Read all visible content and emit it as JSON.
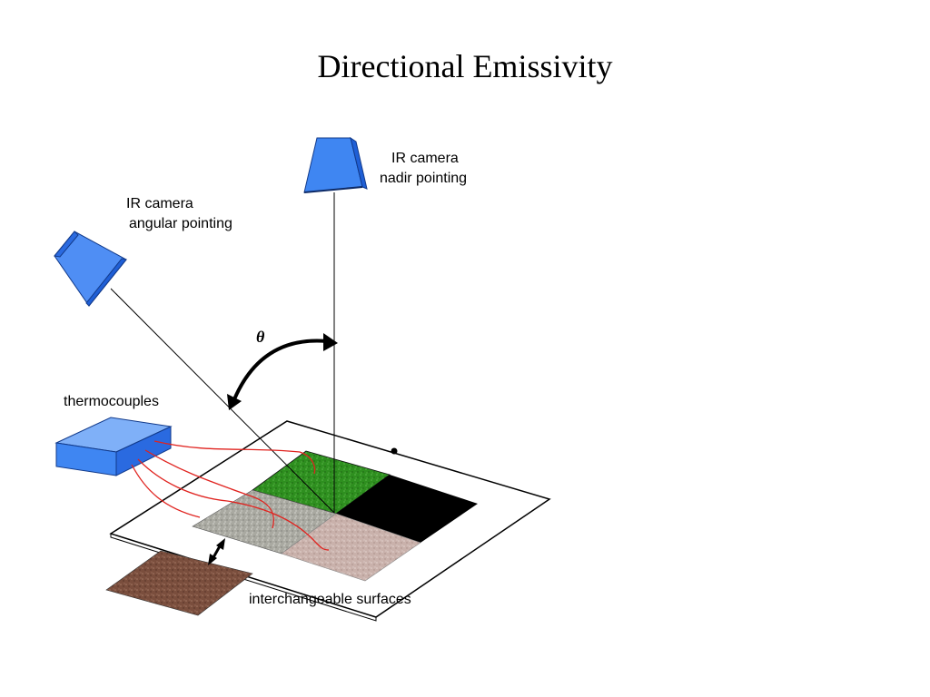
{
  "title": "Directional Emissivity",
  "labels": {
    "camera_nadir_line1": "IR camera",
    "camera_nadir_line2": "nadir pointing",
    "camera_angular_line1": "IR camera",
    "camera_angular_line2": "angular pointing",
    "thermocouples": "thermocouples",
    "angle_symbol": "θ",
    "surfaces": "interchangeable surfaces"
  },
  "colors": {
    "camera_blue": "#3f86f2",
    "camera_blue_dark": "#1f5fd6",
    "green_surface": "#2e8f1f",
    "black_surface": "#000000",
    "gray_surface": "#a9a9a1",
    "pink_surface": "#c9b1ab",
    "brown_surface": "#7a4e3d",
    "thermocouple_wire": "#e0231f"
  }
}
